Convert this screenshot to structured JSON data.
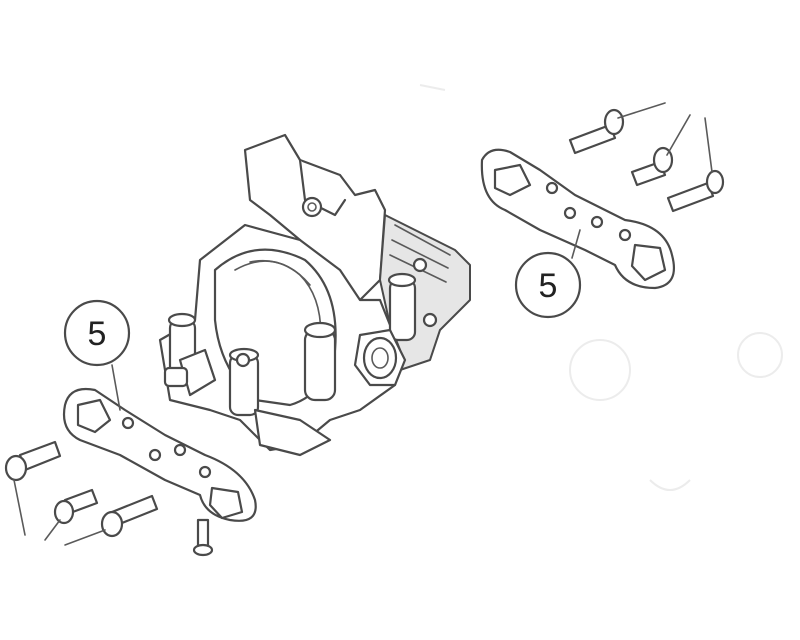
{
  "callouts": [
    {
      "id": "callout-upper",
      "label": "5"
    },
    {
      "id": "callout-lower",
      "label": "5"
    }
  ],
  "colors": {
    "line": "#4a4a4a",
    "fill": "#ffffff",
    "shade": "#e6e6e6"
  }
}
